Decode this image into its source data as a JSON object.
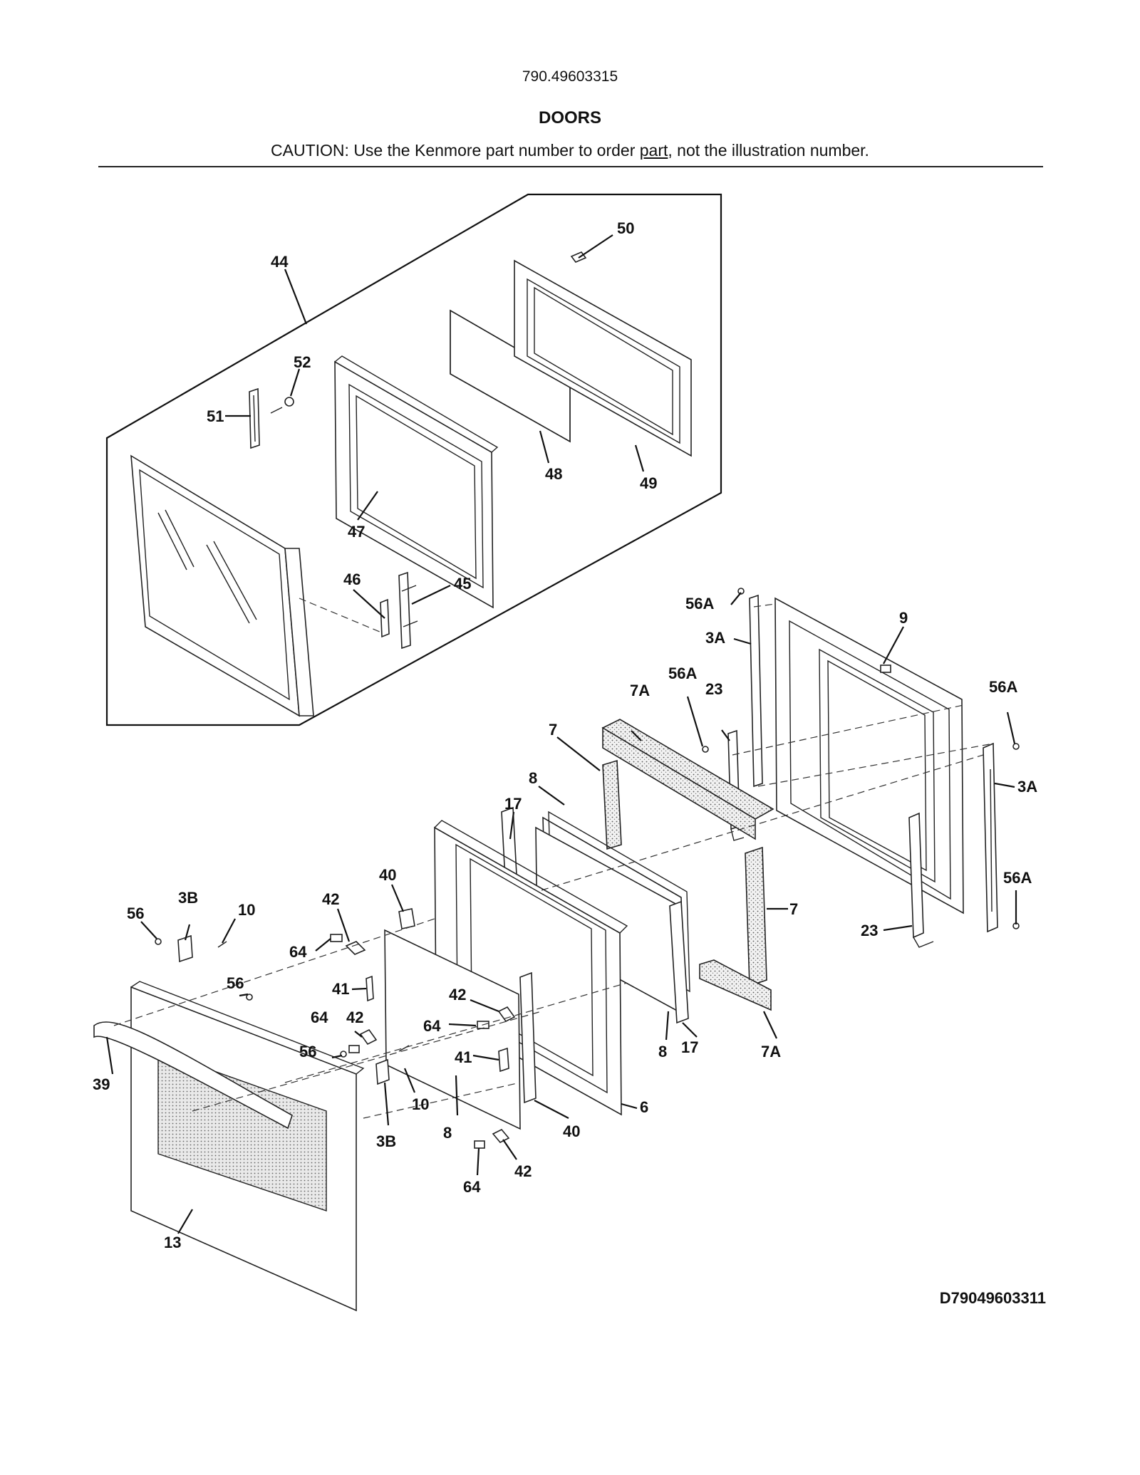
{
  "header": {
    "model_number": "790.49603315",
    "section_title": "DOORS",
    "caution_prefix": "CAUTION: Use the Kenmore part number to order ",
    "caution_underlined": "part",
    "caution_suffix": ", not the illustration number."
  },
  "diagram_code": "D79049603311",
  "callouts": {
    "c44": "44",
    "c50": "50",
    "c52": "52",
    "c51": "51",
    "c48": "48",
    "c49": "49",
    "c47": "47",
    "c46": "46",
    "c45": "45",
    "c56A_1": "56A",
    "c9": "9",
    "c3A_1": "3A",
    "c56A_2": "56A",
    "c23_1": "23",
    "c7A_1": "7A",
    "c56A_3": "56A",
    "c7_1": "7",
    "c3A_2": "3A",
    "c8_1": "8",
    "c17_1": "17",
    "c40_1": "40",
    "c42_1": "42",
    "c3B_1": "3B",
    "c10_1": "10",
    "c56_1": "56",
    "c64_1": "64",
    "c56_2": "56",
    "c41_1": "41",
    "c42_2": "42",
    "c64_2": "64",
    "c42_3": "42",
    "c56_3": "56",
    "c41_2": "41",
    "c7_2": "7",
    "c56A_4": "56A",
    "c23_2": "23",
    "c8_2": "8",
    "c17_2": "17",
    "c7A_2": "7A",
    "c39": "39",
    "c10_2": "10",
    "c6": "6",
    "c40_2": "40",
    "c3B_2": "3B",
    "c8_3": "8",
    "c42_4": "42",
    "c64_3": "64",
    "c13": "13"
  }
}
